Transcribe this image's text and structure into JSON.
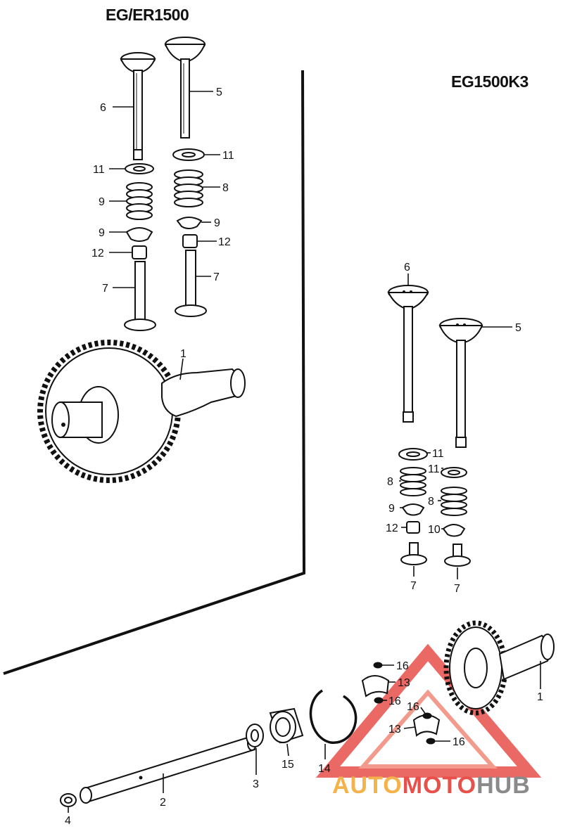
{
  "titles": {
    "left": "EG/ER1500",
    "right": "EG1500K3"
  },
  "callouts": {
    "l6": "6",
    "l5": "5",
    "l11a": "11",
    "l11b": "11",
    "l9a": "9",
    "l8": "8",
    "l9b": "9",
    "l9c": "9",
    "l12a": "12",
    "l12b": "12",
    "l7a": "7",
    "l7b": "7",
    "l1": "1",
    "r6": "6",
    "r5": "5",
    "r11a": "11",
    "r11b": "11",
    "r8a": "8",
    "r8b": "8",
    "r9": "9",
    "r12": "12",
    "r10": "10",
    "r7a": "7",
    "r7b": "7",
    "b16a": "16",
    "b13a": "13",
    "b16b": "16",
    "b16c": "16",
    "b13b": "13",
    "b16d": "16",
    "b1": "1",
    "b14": "14",
    "b15": "15",
    "b3": "3",
    "b2": "2",
    "b4": "4"
  },
  "watermark": {
    "part1": "AUTO",
    "part2": "MOTO",
    "part3": "HUB",
    "colors": {
      "auto": "#f6b24a",
      "moto": "#e8504a",
      "hub": "#8a8a8a",
      "triangle": "#e8504a"
    }
  }
}
